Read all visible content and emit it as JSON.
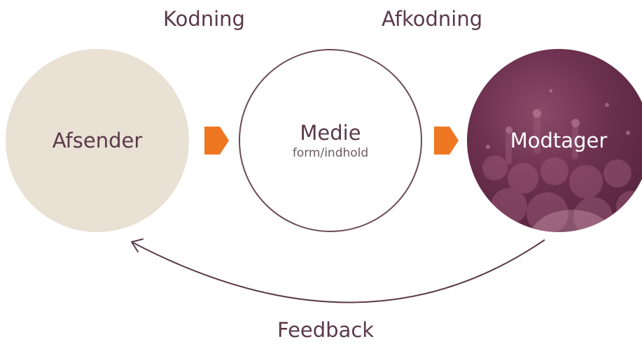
{
  "labels": {
    "encoding": "Kodning",
    "decoding": "Afkodning",
    "feedback": "Feedback"
  },
  "nodes": {
    "sender": "Afsender",
    "medium_title": "Medie",
    "medium_sub": "form/indhold",
    "receiver": "Modtager"
  },
  "colors": {
    "text": "#5a3a48",
    "sender_fill": "#e8e1d4",
    "arrow": "#f07722",
    "receiver_fill": "#6a2f4d"
  }
}
